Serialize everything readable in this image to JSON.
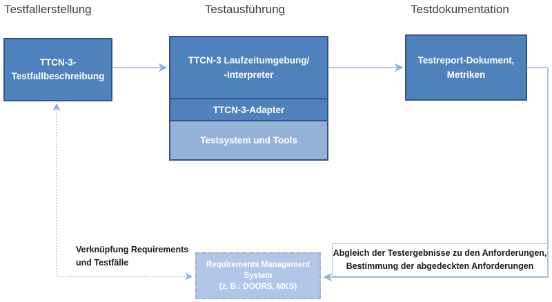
{
  "headings": [
    {
      "label": "Testfallerstellung"
    },
    {
      "label": "Testausführung"
    },
    {
      "label": "Testdokumentation"
    }
  ],
  "nodes": {
    "testfallbeschreibung": {
      "lines": [
        "TTCN-3-",
        "Testfallbeschreibung"
      ]
    },
    "laufzeitumgebung": {
      "lines": [
        "TTCN-3 Laufzeitumgebung/",
        "-Interpreter"
      ]
    },
    "adapter": {
      "label": "TTCN-3-Adapter"
    },
    "testsystem": {
      "label": "Testsystem und Tools"
    },
    "testreport": {
      "lines": [
        "Testreport-Dokument,",
        "Metriken"
      ]
    },
    "rms": {
      "lines": [
        "Requirements Management",
        "System",
        "(z. B.: DOORS, MKS)"
      ]
    }
  },
  "annotations": {
    "verknuepfung": {
      "lines": [
        "Verknüpfung Requirements",
        "und Testfälle"
      ]
    },
    "abgleich": {
      "lines": [
        "Abgleich der Testergebnisse zu den Anforderungen,",
        "Bestimmung der abgedeckten Anforderungen"
      ]
    }
  },
  "colors": {
    "node_fill": "#4f81bd",
    "node_border": "#2e5687",
    "node_fill_light": "#95b3d7",
    "rms_fill": "#b2c6e8",
    "rms_border": "#95b3d7",
    "connector": "#95b3d7",
    "text_on_node": "#ffffff",
    "heading_text": "#3a3a3a",
    "annotation_text": "#1b1b1b"
  }
}
